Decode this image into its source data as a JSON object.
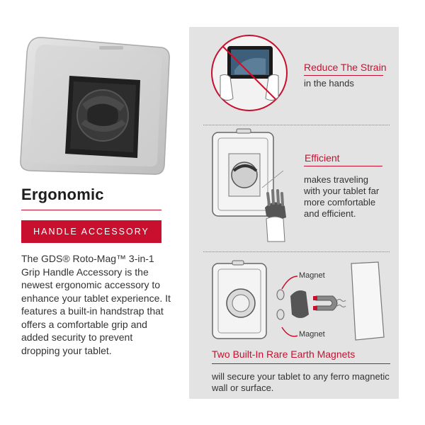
{
  "heading": "Ergonomic",
  "badge": "HANDLE ACCESSORY",
  "description": "The GDS® Roto-Mag™ 3-in-1 Grip Handle Accessory is the newest ergonomic accessory to enhance your tablet experience. It features a built-in handstrap that offers a comfortable grip and added security to prevent dropping your tablet.",
  "features": [
    {
      "title": "Reduce The Strain",
      "text": "in the hands"
    },
    {
      "title": "Efficient",
      "text_lines": [
        "makes traveling",
        "with your tablet far",
        "more comfortable",
        "and efficient."
      ]
    },
    {
      "title": "Two Built-In Rare Earth Magnets",
      "text_lines": [
        "will secure your tablet to any ferro magnetic",
        "wall or surface."
      ]
    }
  ],
  "magnet_labels": [
    "Magnet",
    "Magnet"
  ],
  "colors": {
    "accent": "#c8102e",
    "panel": "#e3e3e4"
  }
}
